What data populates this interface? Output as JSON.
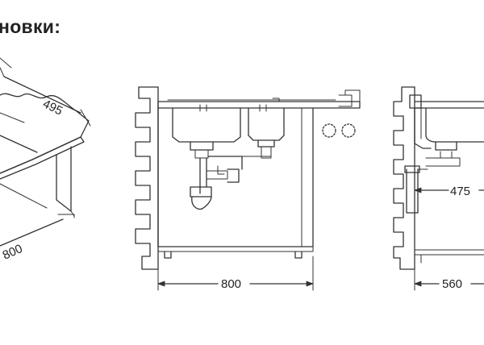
{
  "heading": "новки:",
  "dimensions": {
    "depth_top": "495",
    "width_left_view": "800",
    "width_front_view": "800",
    "drain_offset": "475",
    "depth_side_view": "560"
  },
  "colors": {
    "line": "#333333",
    "wall_fill": "#ffffff"
  }
}
